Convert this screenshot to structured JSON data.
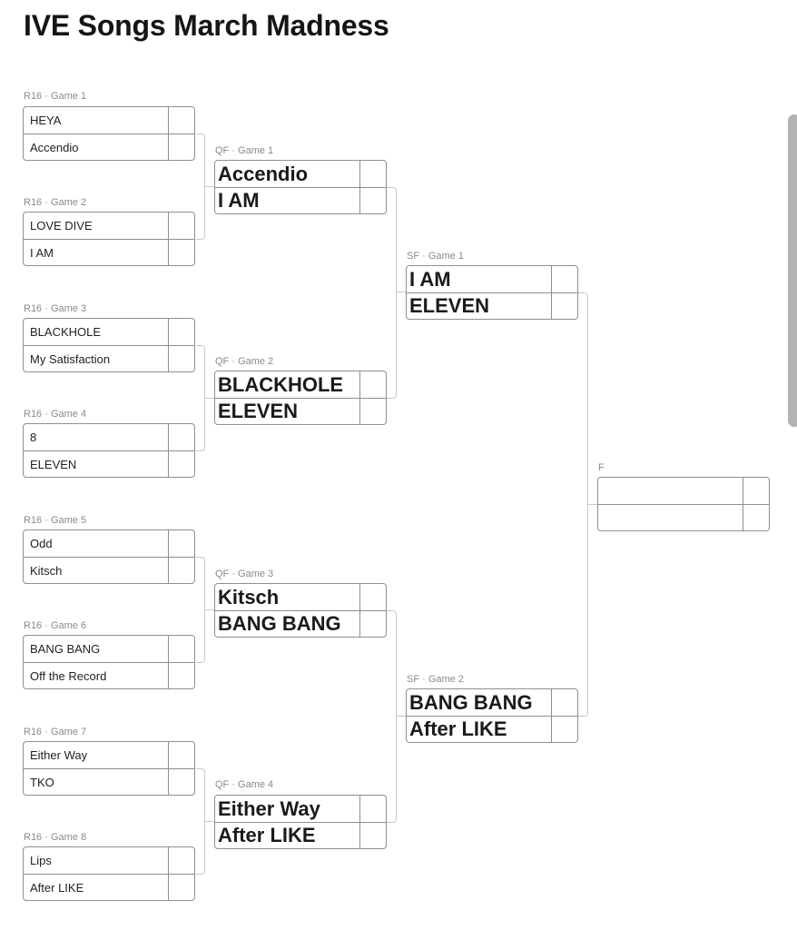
{
  "title": "IVE Songs March Madness",
  "bracket": {
    "r16": [
      {
        "label": "R16 · Game 1",
        "teams": [
          "HEYA",
          "Accendio"
        ],
        "scores": [
          "",
          ""
        ]
      },
      {
        "label": "R16 · Game 2",
        "teams": [
          "LOVE DIVE",
          "I AM"
        ],
        "scores": [
          "",
          ""
        ]
      },
      {
        "label": "R16 · Game 3",
        "teams": [
          "BLACKHOLE",
          "My Satisfaction"
        ],
        "scores": [
          "",
          ""
        ]
      },
      {
        "label": "R16 · Game 4",
        "teams": [
          "8",
          "ELEVEN"
        ],
        "scores": [
          "",
          ""
        ]
      },
      {
        "label": "R16 · Game 5",
        "teams": [
          "Odd",
          "Kitsch"
        ],
        "scores": [
          "",
          ""
        ]
      },
      {
        "label": "R16 · Game 6",
        "teams": [
          "BANG BANG",
          "Off the Record"
        ],
        "scores": [
          "",
          ""
        ]
      },
      {
        "label": "R16 · Game 7",
        "teams": [
          "Either Way",
          "TKO"
        ],
        "scores": [
          "",
          ""
        ]
      },
      {
        "label": "R16 · Game 8",
        "teams": [
          "Lips",
          "After LIKE"
        ],
        "scores": [
          "",
          ""
        ]
      }
    ],
    "qf": [
      {
        "label": "QF · Game 1",
        "teams": [
          "Accendio",
          "I AM"
        ],
        "scores": [
          "",
          ""
        ]
      },
      {
        "label": "QF · Game 2",
        "teams": [
          "BLACKHOLE",
          "ELEVEN"
        ],
        "scores": [
          "",
          ""
        ]
      },
      {
        "label": "QF · Game 3",
        "teams": [
          "Kitsch",
          "BANG BANG"
        ],
        "scores": [
          "",
          ""
        ]
      },
      {
        "label": "QF · Game 4",
        "teams": [
          "Either Way",
          "After LIKE"
        ],
        "scores": [
          "",
          ""
        ]
      }
    ],
    "sf": [
      {
        "label": "SF · Game 1",
        "teams": [
          "I AM",
          "ELEVEN"
        ],
        "scores": [
          "",
          ""
        ]
      },
      {
        "label": "SF · Game 2",
        "teams": [
          "BANG BANG",
          "After LIKE"
        ],
        "scores": [
          "",
          ""
        ]
      }
    ],
    "final": {
      "label": "F",
      "teams": [
        "",
        ""
      ],
      "scores": [
        "",
        ""
      ]
    }
  },
  "colors": {
    "border": "#8f8f8f",
    "connector": "#c9c9c9",
    "label": "#8a8a8a",
    "scrollbar": "#b3b3b3"
  }
}
